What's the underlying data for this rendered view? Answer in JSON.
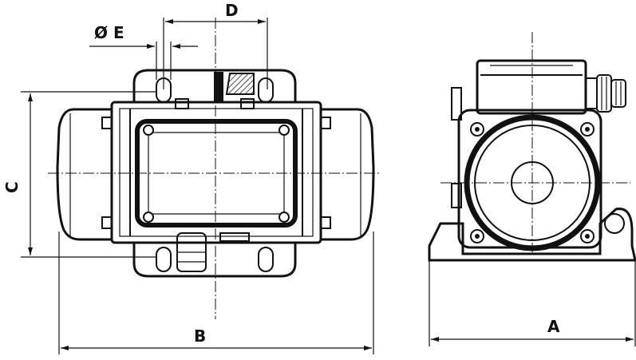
{
  "dimension_labels": {
    "A": "A",
    "B": "B",
    "C": "C",
    "D": "D",
    "E_symbol": "Ø",
    "E": "E"
  }
}
